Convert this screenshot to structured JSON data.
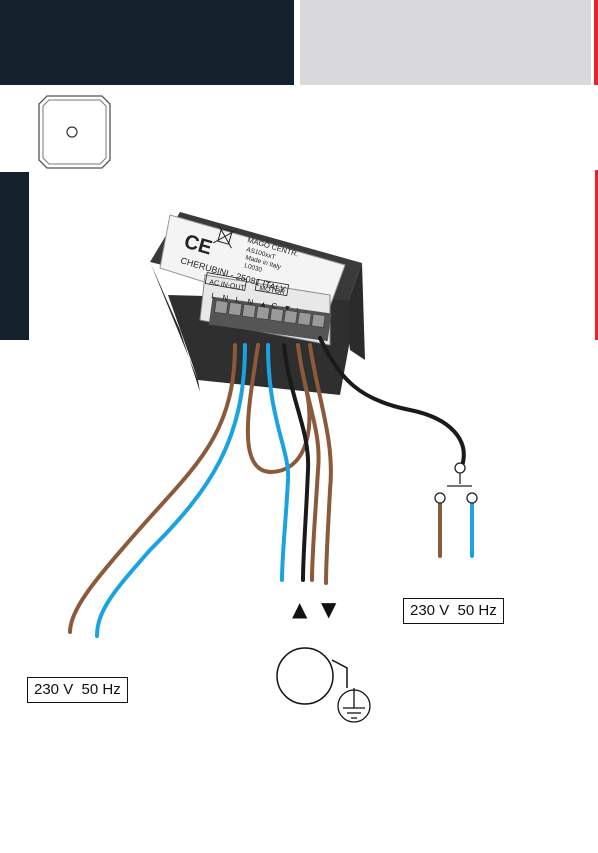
{
  "device": {
    "brand_line": "MAGO CENTR.",
    "model_line": "AS100xxT",
    "origin_line": "Made in Italy",
    "code_line": "L0030",
    "ce_mark": "CE",
    "maker_line": "CHERUBINI - 25081 ITALY",
    "group_ac_label": "AC IN-OUT",
    "group_motor_label": "MOTOR",
    "terminal_labels": [
      "L",
      "N",
      "L",
      "N",
      "▲",
      "C",
      "▼",
      "↑"
    ]
  },
  "supply_left": {
    "label": "230 V  50 Hz"
  },
  "supply_right": {
    "label": "230 V  50 Hz"
  },
  "motor": {
    "up_arrow": "▲",
    "down_arrow": "▼"
  },
  "colors": {
    "brown": "#8a5a3a",
    "blue": "#1aa3e0",
    "black": "#1a1a1a",
    "header_dark": "#14202b",
    "header_gray": "#d9d9db",
    "accent_red": "#e3242b"
  },
  "icons": {
    "push_button": "single-push-button-icon",
    "motor": "motor-symbol-icon",
    "ground": "earth-ground-icon",
    "switch": "push-switch-icon"
  }
}
